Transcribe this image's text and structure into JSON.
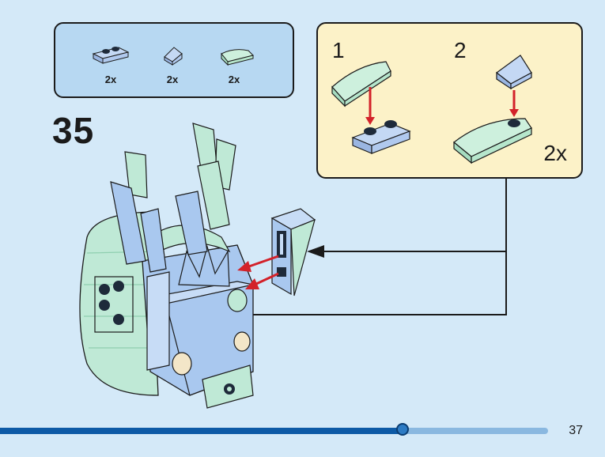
{
  "parts_list": {
    "items": [
      {
        "name": "plate-1x2",
        "qty": "2x"
      },
      {
        "name": "slope-1x1",
        "qty": "2x"
      },
      {
        "name": "curved-slope-1x2",
        "qty": "2x"
      }
    ]
  },
  "step": {
    "number": "35"
  },
  "sub_assembly": {
    "steps": [
      {
        "number": "1"
      },
      {
        "number": "2"
      }
    ],
    "multiplier": "2x"
  },
  "progress": {
    "fraction": 0.735
  },
  "page": {
    "number": "37"
  },
  "colors": {
    "background": "#d4e9f8",
    "parts_box": "#b7d8f2",
    "subassembly_box": "#fcf2c8",
    "light_blue_brick": "#a9c8ef",
    "trans_green_brick": "#bfe9d6",
    "red_arrow": "#d3222a",
    "progress_fill": "#0d5aa6",
    "progress_track": "#8ab8e0"
  }
}
